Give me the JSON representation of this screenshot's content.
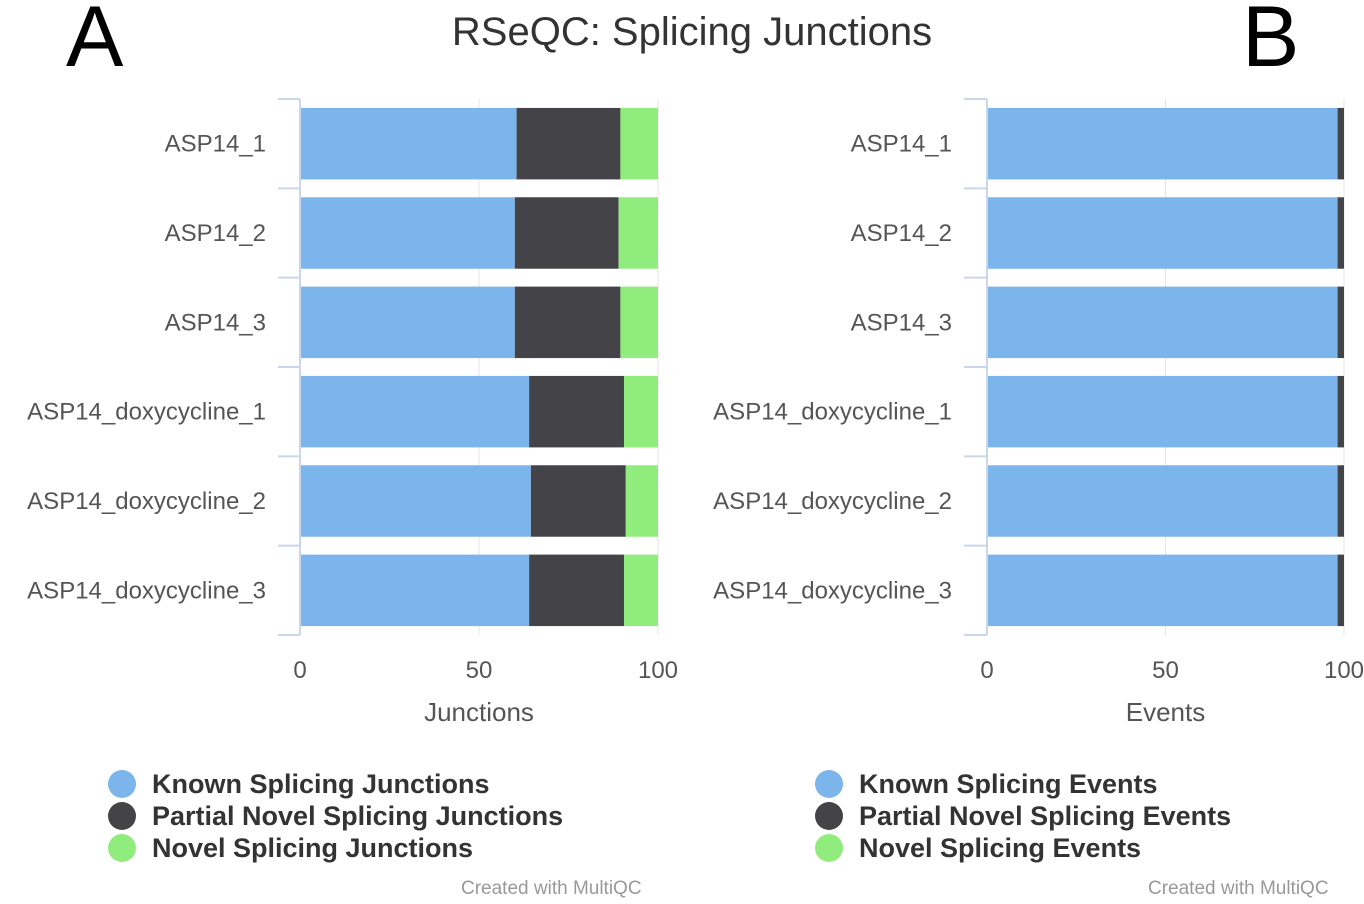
{
  "title": "RSeQC: Splicing Junctions",
  "panel_labels": [
    "A",
    "B"
  ],
  "credit": "Created with MultiQC",
  "colors": {
    "known": "#7cb5ec",
    "partial": "#434348",
    "novel": "#90ed7d",
    "axis": "#ccd6eb",
    "grid": "#e6e6e6"
  },
  "chart_data": [
    {
      "type": "bar",
      "orientation": "horizontal",
      "stacked": true,
      "categories": [
        "ASP14_1",
        "ASP14_2",
        "ASP14_3",
        "ASP14_doxycycline_1",
        "ASP14_doxycycline_2",
        "ASP14_doxycycline_3"
      ],
      "series": [
        {
          "name": "Known Splicing Junctions",
          "color": "#7cb5ec",
          "values": [
            60.5,
            60,
            60,
            64,
            64.5,
            64
          ]
        },
        {
          "name": "Partial Novel Splicing Junctions",
          "color": "#434348",
          "values": [
            29,
            29,
            29.5,
            26.5,
            26.5,
            26.5
          ]
        },
        {
          "name": "Novel Splicing Junctions",
          "color": "#90ed7d",
          "values": [
            10.5,
            11,
            10.5,
            9.5,
            9,
            9.5
          ]
        }
      ],
      "xlabel": "Junctions",
      "xlim": [
        0,
        100
      ],
      "xticks": [
        "0",
        "50",
        "100"
      ],
      "grid": true,
      "legend_position": "bottom-left"
    },
    {
      "type": "bar",
      "orientation": "horizontal",
      "stacked": true,
      "categories": [
        "ASP14_1",
        "ASP14_2",
        "ASP14_3",
        "ASP14_doxycycline_1",
        "ASP14_doxycycline_2",
        "ASP14_doxycycline_3"
      ],
      "series": [
        {
          "name": "Known Splicing Events",
          "color": "#7cb5ec",
          "values": [
            98.2,
            98.2,
            98.2,
            98.2,
            98.2,
            98.2
          ]
        },
        {
          "name": "Partial Novel Splicing Events",
          "color": "#434348",
          "values": [
            1.8,
            1.8,
            1.8,
            1.8,
            1.8,
            1.8
          ]
        },
        {
          "name": "Novel Splicing Events",
          "color": "#90ed7d",
          "values": [
            0,
            0,
            0,
            0,
            0,
            0
          ]
        }
      ],
      "xlabel": "Events",
      "xlim": [
        0,
        100
      ],
      "xticks": [
        "0",
        "50",
        "100"
      ],
      "grid": true,
      "legend_position": "bottom-left"
    }
  ]
}
